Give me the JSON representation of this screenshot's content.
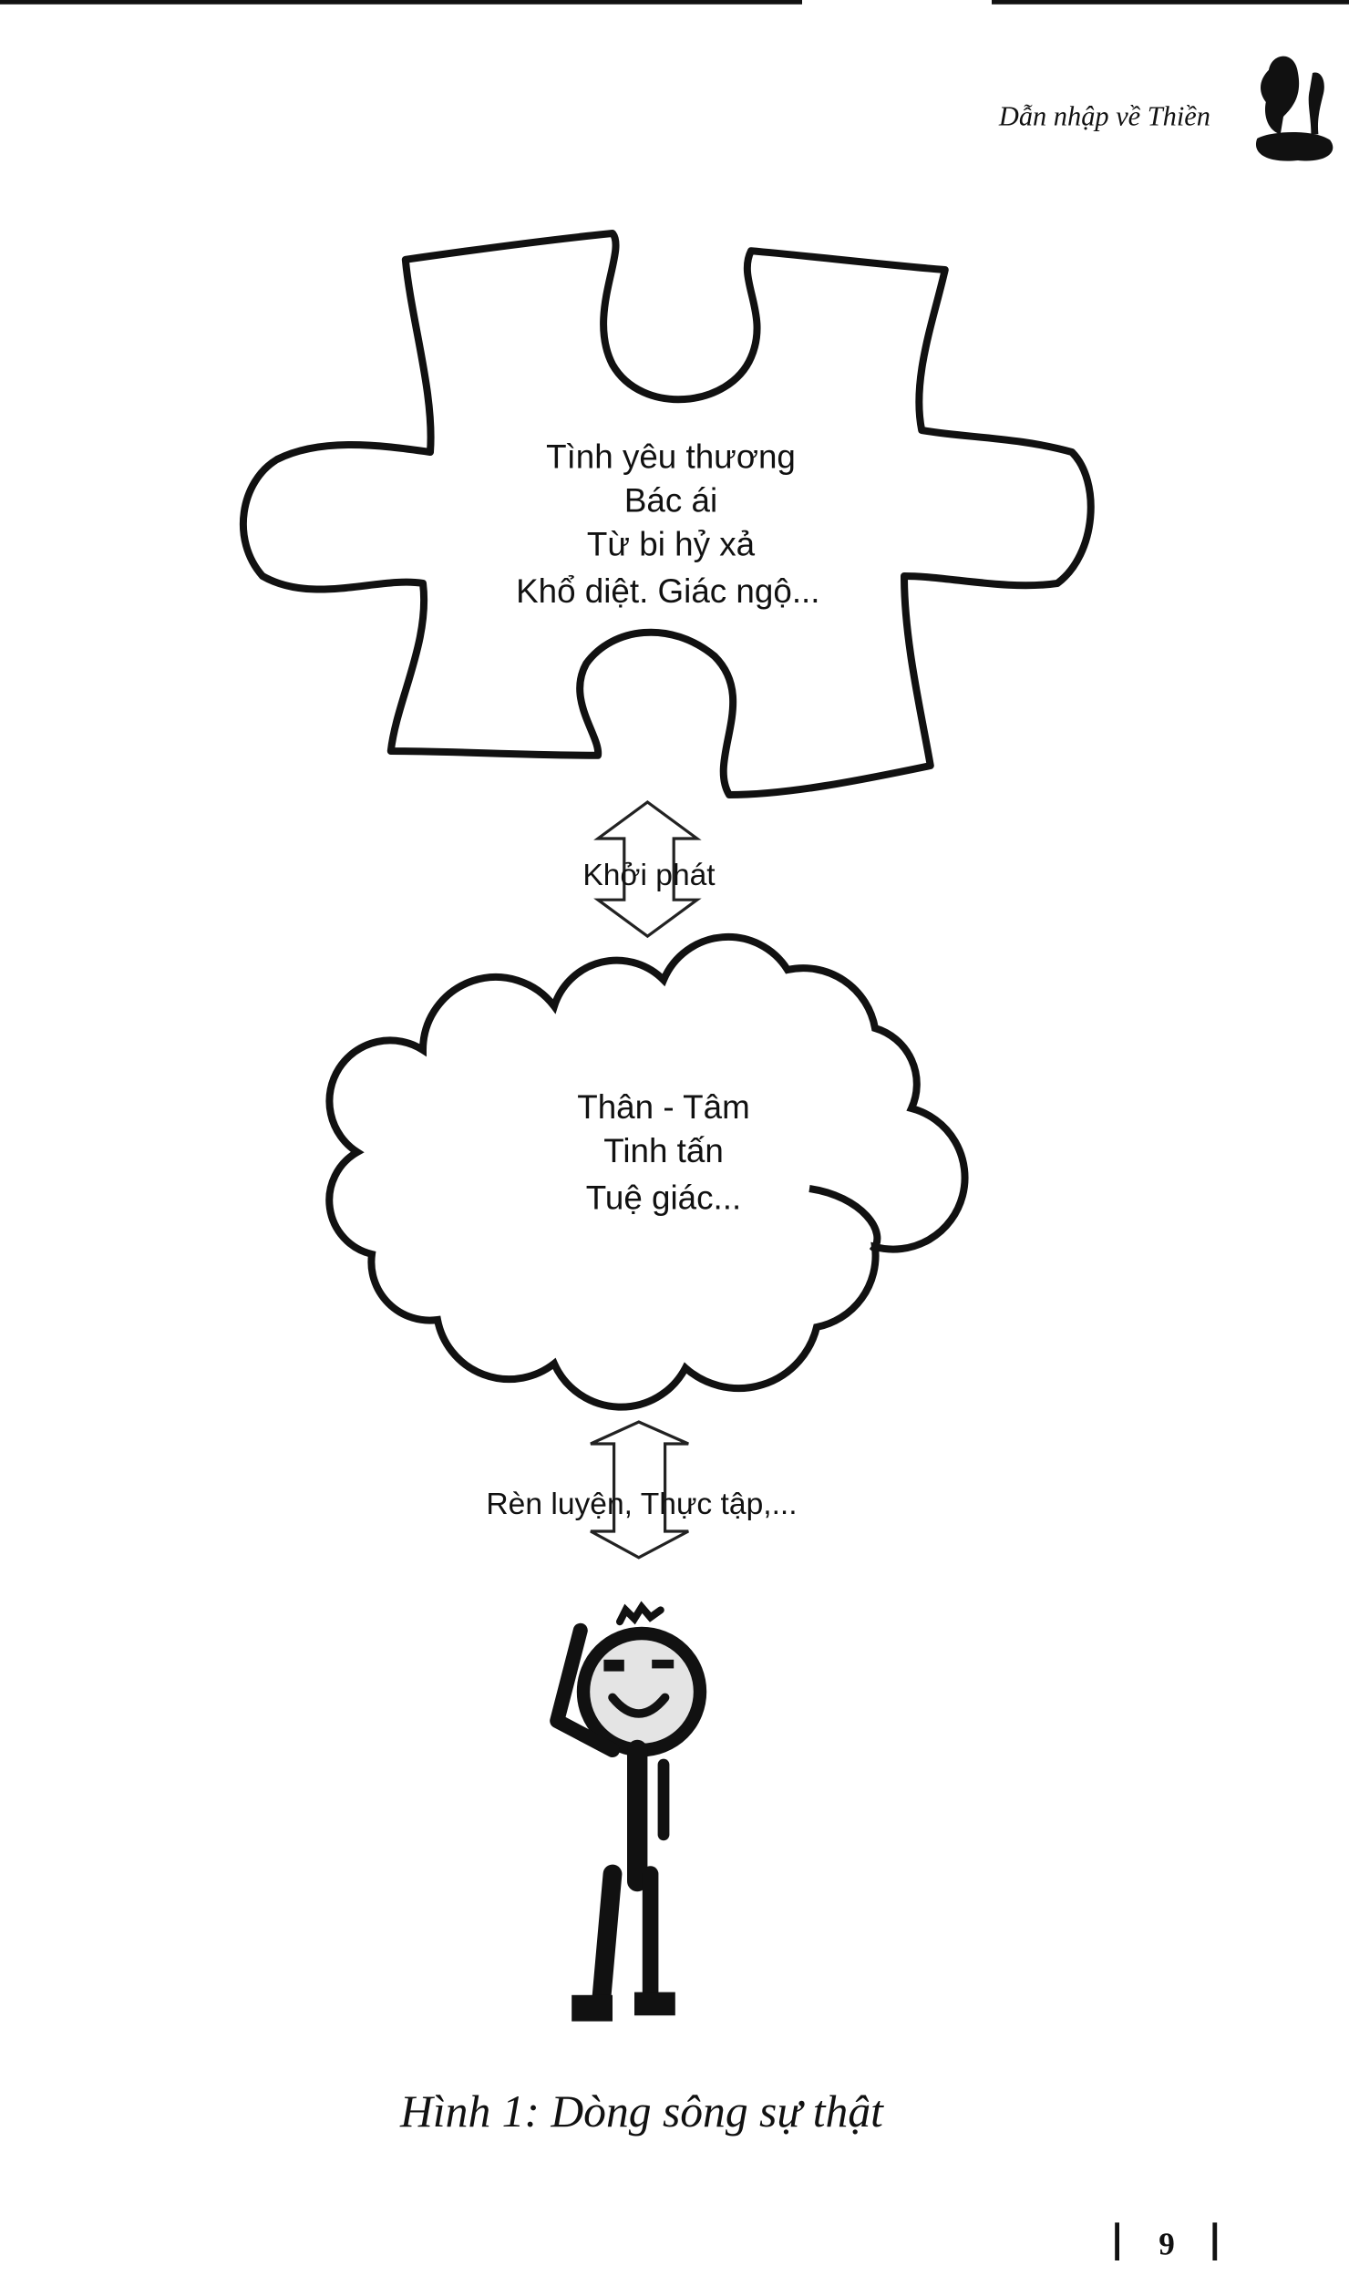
{
  "header": {
    "running_title": "Dẫn nhập về Thiền",
    "logo": "tree-silhouette-logo"
  },
  "diagram": {
    "puzzle_piece": {
      "lines": [
        "Tình yêu thương",
        "Bác ái",
        "Từ bi hỷ xả",
        "Khổ diệt. Giác ngộ..."
      ]
    },
    "arrow_top": {
      "label": "Khởi phát"
    },
    "cloud": {
      "lines": [
        "Thân - Tâm",
        "Tinh tấn",
        "Tuệ giác..."
      ]
    },
    "arrow_bottom": {
      "label": "Rèn luyện, Thực tập,..."
    },
    "figure": "stick-person"
  },
  "caption": "Hình 1: Dòng sông sự thật",
  "page_number": "9"
}
